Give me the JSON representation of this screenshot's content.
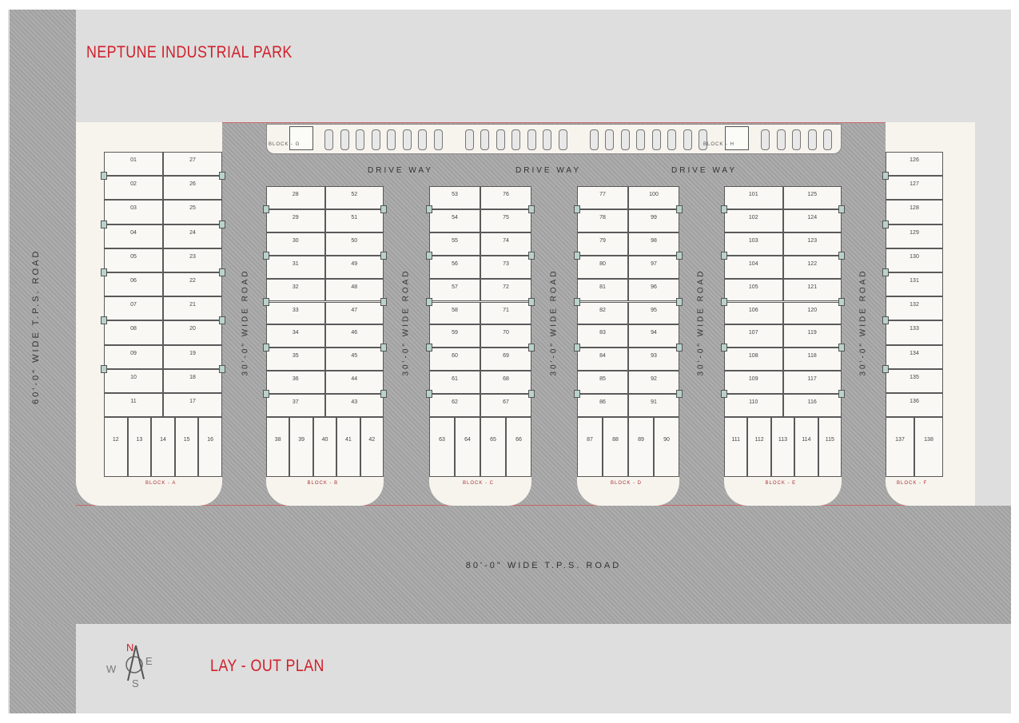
{
  "title": "NEPTUNE INDUSTRIAL PARK",
  "subtitle": "LAY - OUT PLAN",
  "roads": {
    "left": "60'-0\" WIDE T.P.S. ROAD",
    "bottom": "80'-0\" WIDE T.P.S. ROAD",
    "internal": "30'-0\" WIDE ROAD",
    "driveway": "DRIVE WAY"
  },
  "compass": {
    "n": "N",
    "s": "S",
    "e": "E",
    "w": "W",
    "n_color": "#d0202a"
  },
  "parking": {
    "left_block": "BLOCK - G",
    "right_block": "BLOCK - H"
  },
  "colors": {
    "title": "#d0202a",
    "road": "#a9a9a9",
    "plot": "#f7f4ee",
    "background": "#dedede"
  },
  "blocks": [
    {
      "label": "BLOCK - A",
      "left": [
        "01",
        "02",
        "03",
        "04",
        "05",
        "06",
        "07",
        "08",
        "09",
        "10",
        "11"
      ],
      "right": [
        "27",
        "26",
        "25",
        "24",
        "23",
        "22",
        "21",
        "20",
        "19",
        "18",
        "17"
      ],
      "bottom": [
        "12",
        "13",
        "14",
        "15",
        "16"
      ]
    },
    {
      "label": "BLOCK - B",
      "left": [
        "28",
        "29",
        "30",
        "31",
        "32",
        "33",
        "34",
        "35",
        "36",
        "37"
      ],
      "right": [
        "52",
        "51",
        "50",
        "49",
        "48",
        "47",
        "46",
        "45",
        "44",
        "43"
      ],
      "bottom": [
        "38",
        "39",
        "40",
        "41",
        "42"
      ]
    },
    {
      "label": "BLOCK - C",
      "left": [
        "53",
        "54",
        "55",
        "56",
        "57",
        "58",
        "59",
        "60",
        "61",
        "62"
      ],
      "right": [
        "76",
        "75",
        "74",
        "73",
        "72",
        "71",
        "70",
        "69",
        "68",
        "67"
      ],
      "bottom": [
        "63",
        "64",
        "65",
        "66"
      ]
    },
    {
      "label": "BLOCK - D",
      "left": [
        "77",
        "78",
        "79",
        "80",
        "81",
        "82",
        "83",
        "84",
        "85",
        "86"
      ],
      "right": [
        "100",
        "99",
        "98",
        "97",
        "96",
        "95",
        "94",
        "93",
        "92",
        "91"
      ],
      "bottom": [
        "87",
        "88",
        "89",
        "90"
      ]
    },
    {
      "label": "BLOCK - E",
      "left": [
        "101",
        "102",
        "103",
        "104",
        "105",
        "106",
        "107",
        "108",
        "109",
        "110"
      ],
      "right": [
        "125",
        "124",
        "123",
        "122",
        "121",
        "120",
        "119",
        "118",
        "117",
        "116"
      ],
      "bottom": [
        "111",
        "112",
        "113",
        "114",
        "115"
      ]
    },
    {
      "label": "BLOCK - F",
      "left": [
        "126",
        "127",
        "128",
        "129",
        "130",
        "131",
        "132",
        "133",
        "134",
        "135",
        "136"
      ],
      "right": [],
      "bottom": [
        "137",
        "138"
      ]
    }
  ]
}
